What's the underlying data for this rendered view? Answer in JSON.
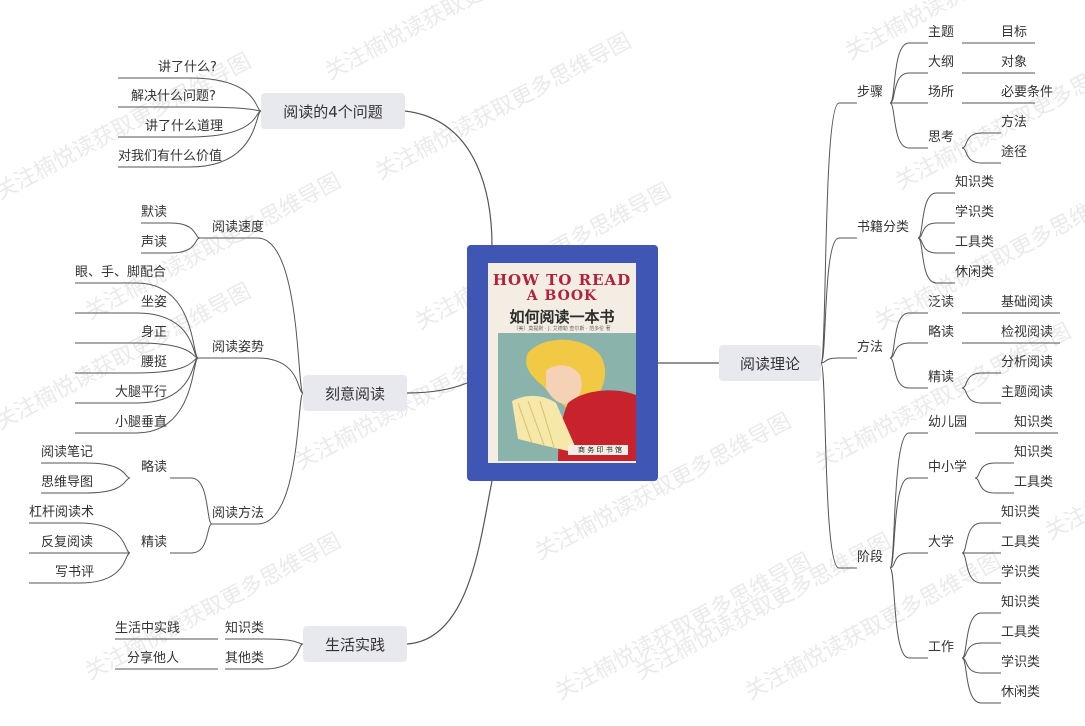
{
  "watermark": "关注楠悦读获取更多思维导图",
  "center": {
    "cover_title_line1": "HOW TO READ",
    "cover_title_line2": "A BOOK",
    "cover_title_cn": "如何阅读一本书",
    "cover_author": "〔美〕莫提默 · J. 艾德勒  查尔斯 · 范多伦 著",
    "cover_publisher": "商 务 印 书 馆"
  },
  "colors": {
    "center_box": "#3f56b4",
    "topic_bg": "#e8e8ef",
    "line": "#555555"
  },
  "left": {
    "four_questions": {
      "label": "阅读的4个问题",
      "items": [
        "讲了什么?",
        "解决什么问题?",
        "讲了什么道理",
        "对我们有什么价值"
      ]
    },
    "deliberate": {
      "label": "刻意阅读",
      "speed": {
        "label": "阅读速度",
        "items": [
          "默读",
          "声读"
        ]
      },
      "posture": {
        "label": "阅读姿势",
        "items": [
          "眼、手、脚配合",
          "坐姿",
          "身正",
          "腰挺",
          "大腿平行",
          "小腿垂直"
        ]
      },
      "method": {
        "label": "阅读方法",
        "skim": {
          "label": "略读",
          "items": [
            "阅读笔记",
            "思维导图"
          ]
        },
        "intensive": {
          "label": "精读",
          "items": [
            "杠杆阅读术",
            "反复阅读",
            "写书评"
          ]
        }
      }
    },
    "practice": {
      "label": "生活实践",
      "knowledge": {
        "label": "知识类",
        "items": [
          "生活中实践"
        ]
      },
      "other": {
        "label": "其他类",
        "items": [
          "分享他人"
        ]
      }
    }
  },
  "right": {
    "theory": {
      "label": "阅读理论",
      "steps": {
        "label": "步骤",
        "items": [
          {
            "label": "主题",
            "child": "目标"
          },
          {
            "label": "大纲",
            "child": "对象"
          },
          {
            "label": "场所",
            "child": "必要条件"
          }
        ],
        "think": {
          "label": "思考",
          "items": [
            "方法",
            "途径"
          ]
        }
      },
      "categories": {
        "label": "书籍分类",
        "items": [
          "知识类",
          "学识类",
          "工具类",
          "休闲类"
        ]
      },
      "methods": {
        "label": "方法",
        "items": [
          {
            "label": "泛读",
            "child": "基础阅读"
          },
          {
            "label": "略读",
            "child": "检视阅读"
          }
        ],
        "intensive": {
          "label": "精读",
          "items": [
            "分析阅读",
            "主题阅读"
          ]
        }
      },
      "stages": {
        "label": "阶段",
        "kindergarten": {
          "label": "幼儿园",
          "items": [
            "知识类"
          ]
        },
        "school": {
          "label": "中小学",
          "items": [
            "知识类",
            "工具类"
          ]
        },
        "university": {
          "label": "大学",
          "items": [
            "知识类",
            "工具类",
            "学识类"
          ]
        },
        "work": {
          "label": "工作",
          "items": [
            "知识类",
            "工具类",
            "学识类",
            "休闲类"
          ]
        }
      }
    }
  }
}
